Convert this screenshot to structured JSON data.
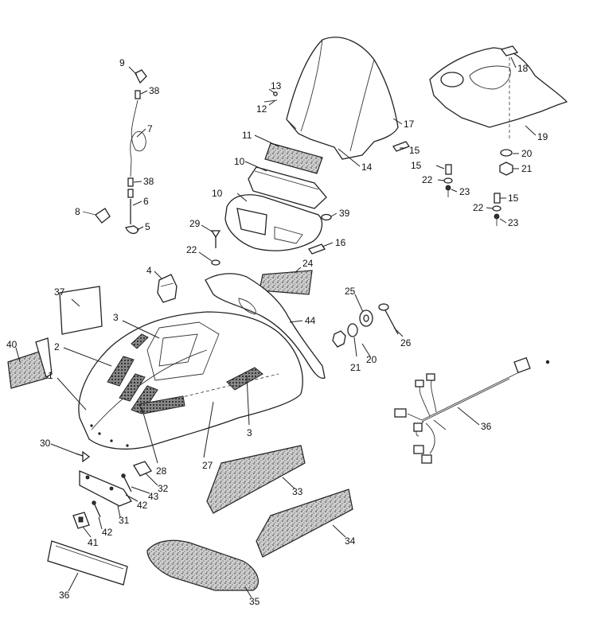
{
  "callouts": [
    {
      "id": "c1",
      "label": "1"
    },
    {
      "id": "c2",
      "label": "2"
    },
    {
      "id": "c3a",
      "label": "3"
    },
    {
      "id": "c3b",
      "label": "3"
    },
    {
      "id": "c4",
      "label": "4"
    },
    {
      "id": "c5",
      "label": "5"
    },
    {
      "id": "c6",
      "label": "6"
    },
    {
      "id": "c7",
      "label": "7"
    },
    {
      "id": "c8",
      "label": "8"
    },
    {
      "id": "c9",
      "label": "9"
    },
    {
      "id": "c10",
      "label": "10"
    },
    {
      "id": "c11",
      "label": "11"
    },
    {
      "id": "c12",
      "label": "12"
    },
    {
      "id": "c13",
      "label": "13"
    },
    {
      "id": "c14",
      "label": "14"
    },
    {
      "id": "c15a",
      "label": "15"
    },
    {
      "id": "c15b",
      "label": "15"
    },
    {
      "id": "c15c",
      "label": "15"
    },
    {
      "id": "c16a",
      "label": "16"
    },
    {
      "id": "c16b",
      "label": "16"
    },
    {
      "id": "c17",
      "label": "17"
    },
    {
      "id": "c18",
      "label": "18"
    },
    {
      "id": "c19",
      "label": "19"
    },
    {
      "id": "c20a",
      "label": "20"
    },
    {
      "id": "c20b",
      "label": "20"
    },
    {
      "id": "c21a",
      "label": "21"
    },
    {
      "id": "c21b",
      "label": "21"
    },
    {
      "id": "c22a",
      "label": "22"
    },
    {
      "id": "c22b",
      "label": "22"
    },
    {
      "id": "c22c",
      "label": "22"
    },
    {
      "id": "c23a",
      "label": "23"
    },
    {
      "id": "c23b",
      "label": "23"
    },
    {
      "id": "c24",
      "label": "24"
    },
    {
      "id": "c25",
      "label": "25"
    },
    {
      "id": "c26",
      "label": "26"
    },
    {
      "id": "c27",
      "label": "27"
    },
    {
      "id": "c28",
      "label": "28"
    },
    {
      "id": "c29a",
      "label": "29"
    },
    {
      "id": "c29b",
      "label": "29"
    },
    {
      "id": "c30",
      "label": "30"
    },
    {
      "id": "c31",
      "label": "31"
    },
    {
      "id": "c32",
      "label": "32"
    },
    {
      "id": "c33",
      "label": "33"
    },
    {
      "id": "c34",
      "label": "34"
    },
    {
      "id": "c35",
      "label": "35"
    },
    {
      "id": "c36",
      "label": "36"
    },
    {
      "id": "c37",
      "label": "37"
    },
    {
      "id": "c38a",
      "label": "38"
    },
    {
      "id": "c38b",
      "label": "38"
    },
    {
      "id": "c39",
      "label": "39"
    },
    {
      "id": "c40",
      "label": "40"
    },
    {
      "id": "c41",
      "label": "41"
    },
    {
      "id": "c42a",
      "label": "42"
    },
    {
      "id": "c42b",
      "label": "42"
    },
    {
      "id": "c43",
      "label": "43"
    },
    {
      "id": "c44",
      "label": "44"
    }
  ]
}
